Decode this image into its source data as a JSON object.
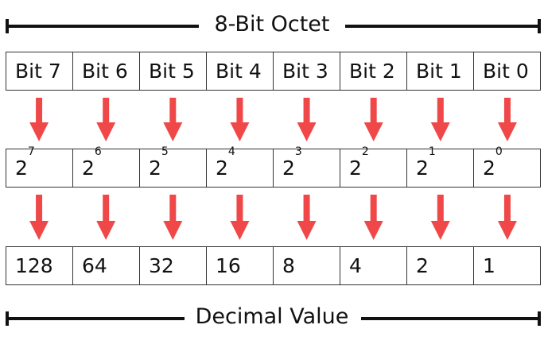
{
  "header": {
    "title": "8-Bit Octet"
  },
  "footer": {
    "title": "Decimal Value"
  },
  "accent_arrow_color": "#f04848",
  "bits": [
    {
      "label": "Bit 7",
      "base": "2",
      "exp": "7",
      "value": "128"
    },
    {
      "label": "Bit 6",
      "base": "2",
      "exp": "6",
      "value": "64"
    },
    {
      "label": "Bit 5",
      "base": "2",
      "exp": "5",
      "value": "32"
    },
    {
      "label": "Bit 4",
      "base": "2",
      "exp": "4",
      "value": "16"
    },
    {
      "label": "Bit 3",
      "base": "2",
      "exp": "3",
      "value": "8"
    },
    {
      "label": "Bit 2",
      "base": "2",
      "exp": "2",
      "value": "4"
    },
    {
      "label": "Bit 1",
      "base": "2",
      "exp": "1",
      "value": "2"
    },
    {
      "label": "Bit 0",
      "base": "2",
      "exp": "0",
      "value": "1"
    }
  ]
}
